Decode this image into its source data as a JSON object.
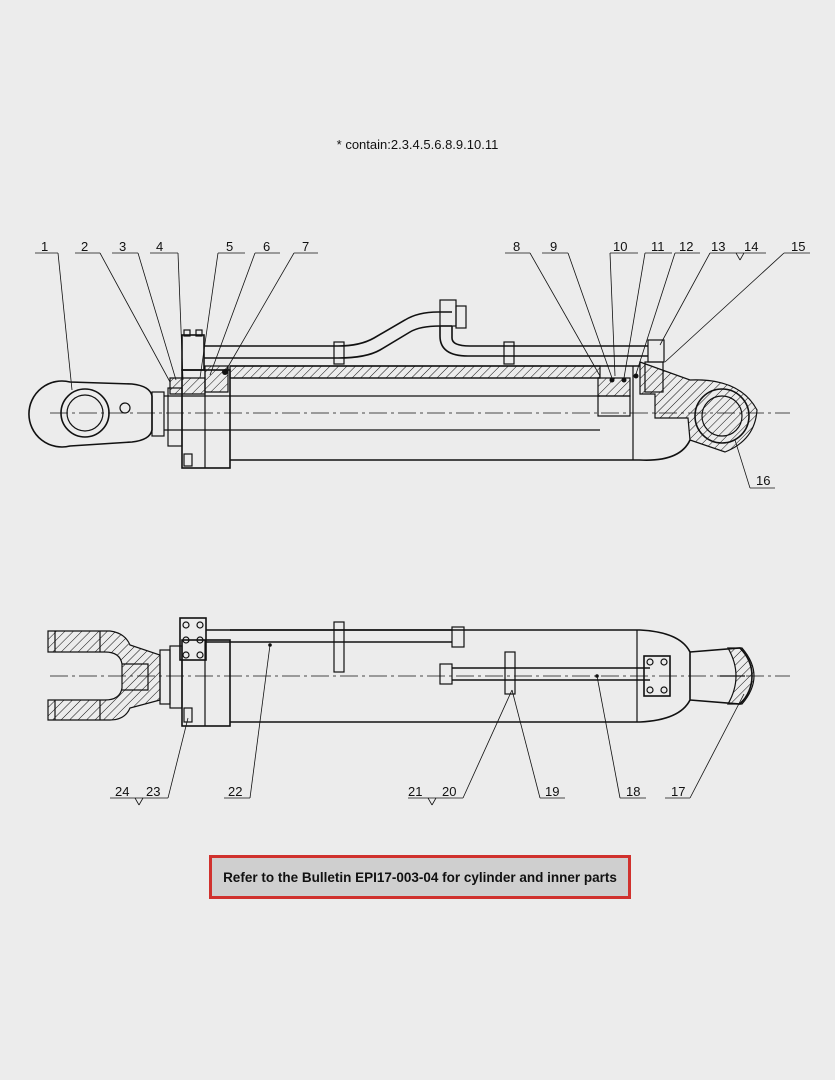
{
  "note": "* contain:2.3.4.5.6.8.9.10.11",
  "callouts_top": [
    "1",
    "2",
    "3",
    "4",
    "5",
    "6",
    "7",
    "8",
    "9",
    "10",
    "11",
    "12",
    "13",
    "14",
    "15",
    "16"
  ],
  "callouts_bottom": [
    "17",
    "18",
    "19",
    "20",
    "21",
    "22",
    "23",
    "24"
  ],
  "bulletin": "Refer to the Bulletin EPI17-003-04 for cylinder and inner parts"
}
